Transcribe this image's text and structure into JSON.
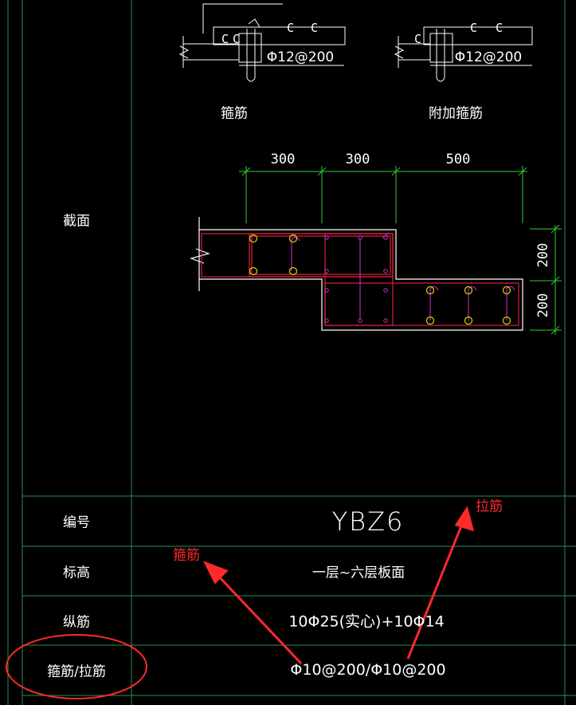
{
  "detail_labels": {
    "hoop": "箍筋",
    "extra_hoop": "附加箍筋",
    "hoop_spec": "Φ12@200",
    "extra_hoop_spec": "Φ12@200"
  },
  "section_dimensions": {
    "top": [
      "300",
      "300",
      "500"
    ],
    "right": [
      "200",
      "200"
    ]
  },
  "table": {
    "rows": [
      {
        "label": "截面",
        "value": ""
      },
      {
        "label": "编号",
        "value": "YBZ6"
      },
      {
        "label": "标高",
        "value": "一层~六层板面"
      },
      {
        "label": "纵筋",
        "value": "10Φ25(实心)+10Φ14"
      },
      {
        "label": "箍筋/拉筋",
        "value": "Φ10@200/Φ10@200"
      }
    ]
  },
  "annotations": {
    "tie_bar": "拉筋",
    "hoop": "箍筋"
  },
  "colors": {
    "background": "#000000",
    "grid_line": "#2e8b57",
    "outline": "#ffffff",
    "dimension": "#33cc33",
    "hoop": "#e0203a",
    "tie": "#cc33cc",
    "rebar": "#e6d200",
    "annotation": "#ff2a2a"
  }
}
